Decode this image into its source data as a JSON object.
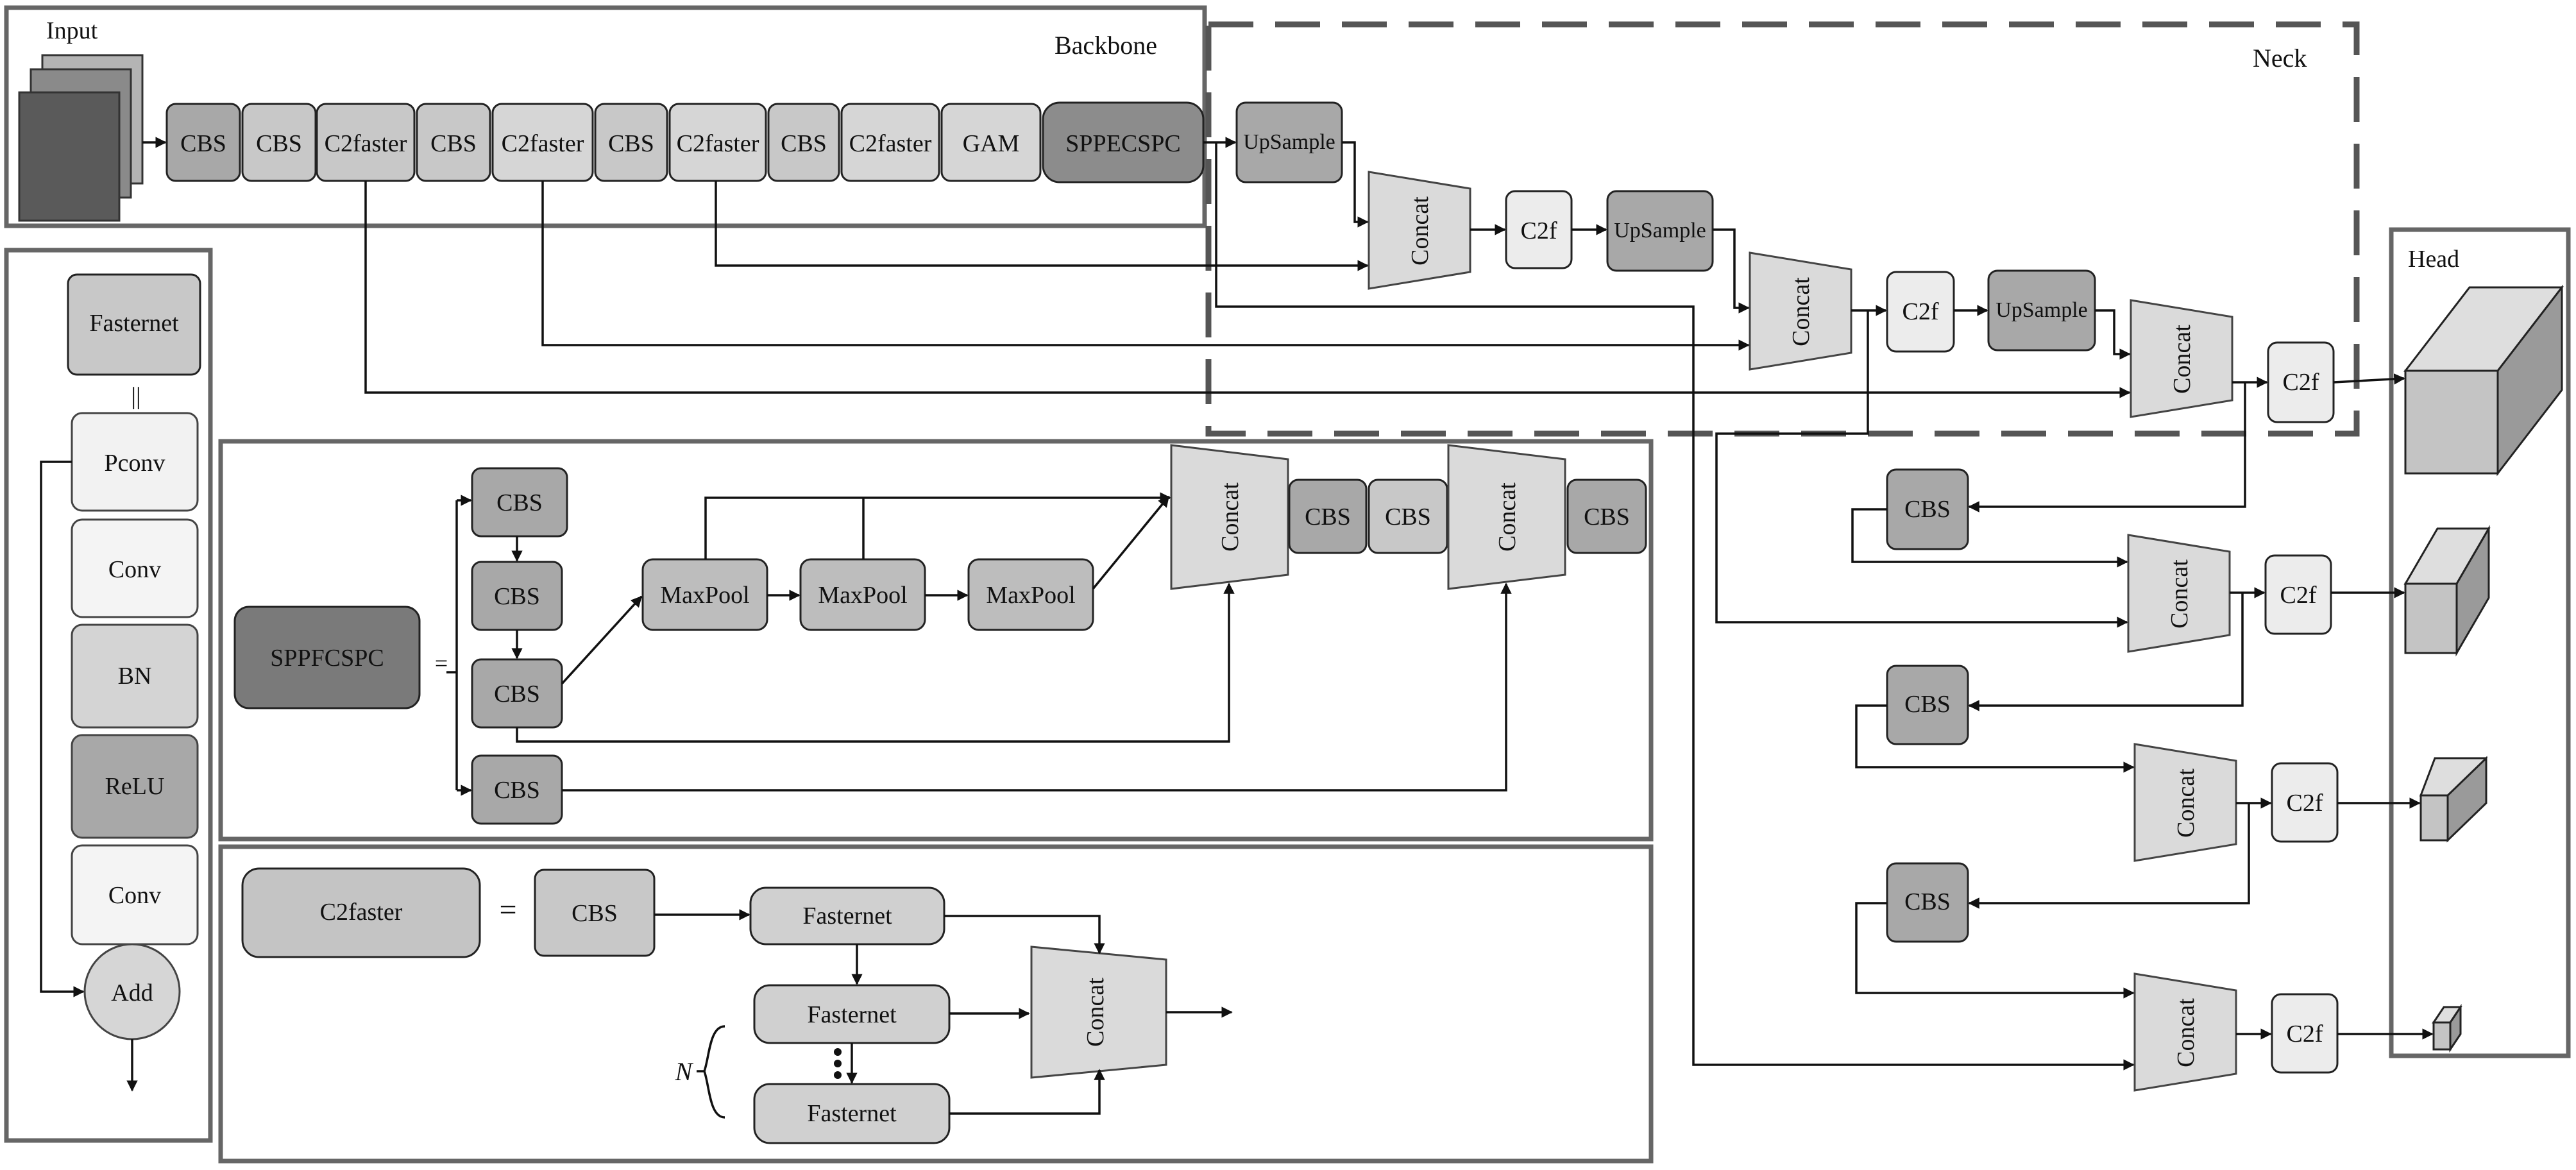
{
  "labels": {
    "backbone": "Backbone",
    "neck": "Neck",
    "head": "Head",
    "input": "Input",
    "equals": "=",
    "identical": "||",
    "n": "N"
  },
  "nodes": {
    "cbs": "CBS",
    "c2faster": "C2faster",
    "gam": "GAM",
    "sppfcspc_backbone": "SPPECSPC",
    "sppfcspc": "SPPFCSPC",
    "upsample": "UpSample",
    "concat": "Concat",
    "c2f": "C2f",
    "fasternet": "Fasternet",
    "pconv": "Pconv",
    "conv": "Conv",
    "bn": "BN",
    "relu": "ReLU",
    "add": "Add",
    "maxpool": "MaxPool"
  },
  "colors": {
    "dark": "#6a6a6a",
    "mid": "#a8a8a8",
    "light": "#c8c8c8",
    "lighter": "#d6d6d6",
    "pale": "#efefef",
    "frame": "#666666",
    "dash": "#555555"
  }
}
